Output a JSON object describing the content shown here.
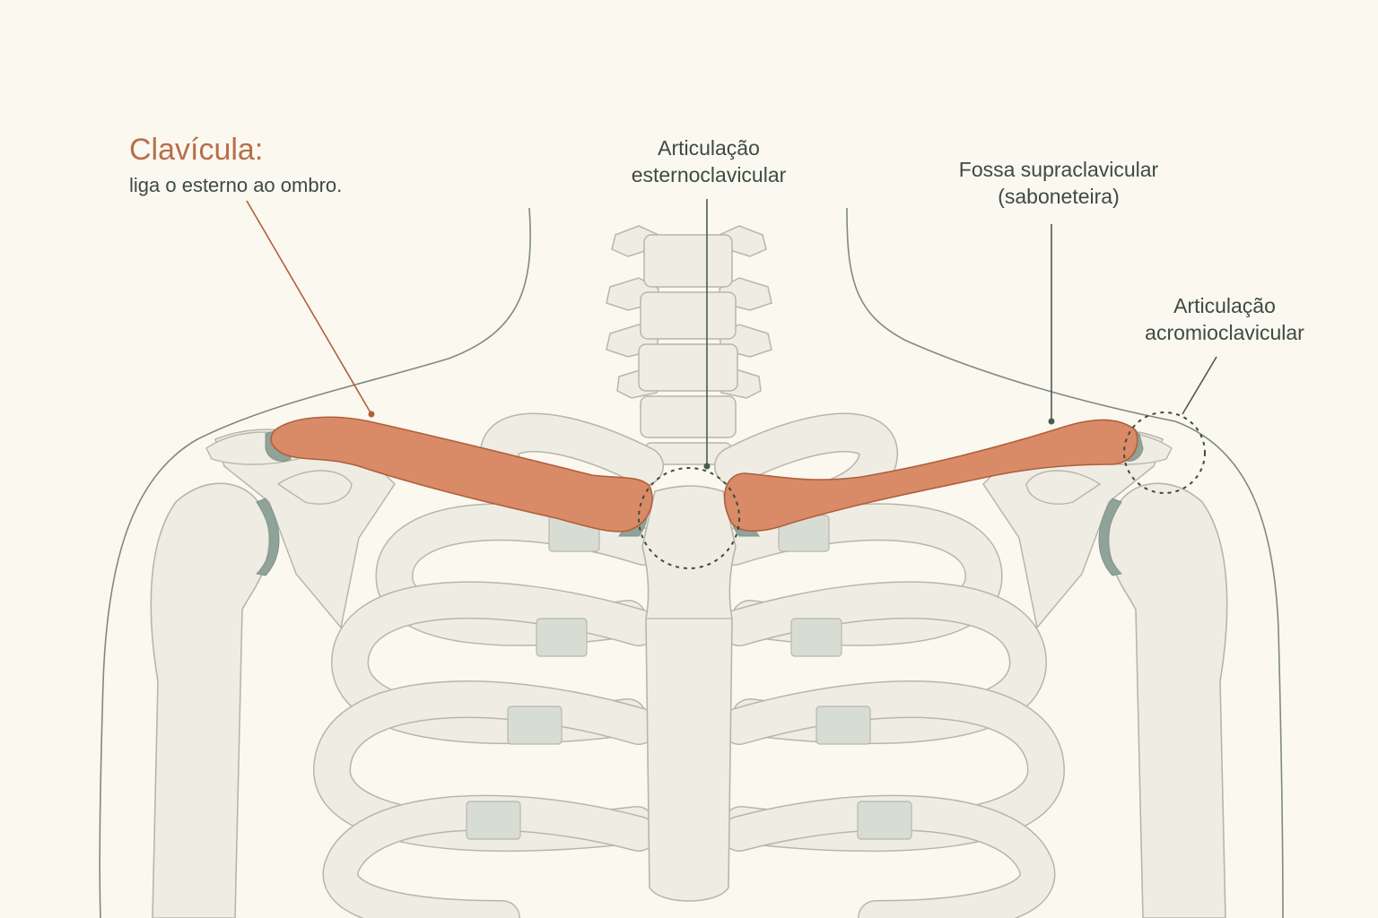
{
  "colors": {
    "background": "#fbf8ef",
    "bone": "#efede3",
    "bone_outline": "#b8b6ac",
    "cartilage": "#d8ddd4",
    "joint_cap": "#8fa398",
    "clavicle": "#d98a66",
    "clavicle_outline": "#b05f3e",
    "accent_text": "#b86f4c",
    "label_text": "#3c4b44",
    "leader_line": "#4a5a52"
  },
  "labels": {
    "clavicle_title": "Clavícula:",
    "clavicle_desc": "liga o esterno ao ombro.",
    "sternoclavicular_line1": "Articulação",
    "sternoclavicular_line2": "esternoclavicular",
    "supraclavicular_line1": "Fossa supraclavicular",
    "supraclavicular_line2": "(saboneteira)",
    "acromioclavicular_line1": "Articulação",
    "acromioclavicular_line2": "acromioclavicular"
  }
}
